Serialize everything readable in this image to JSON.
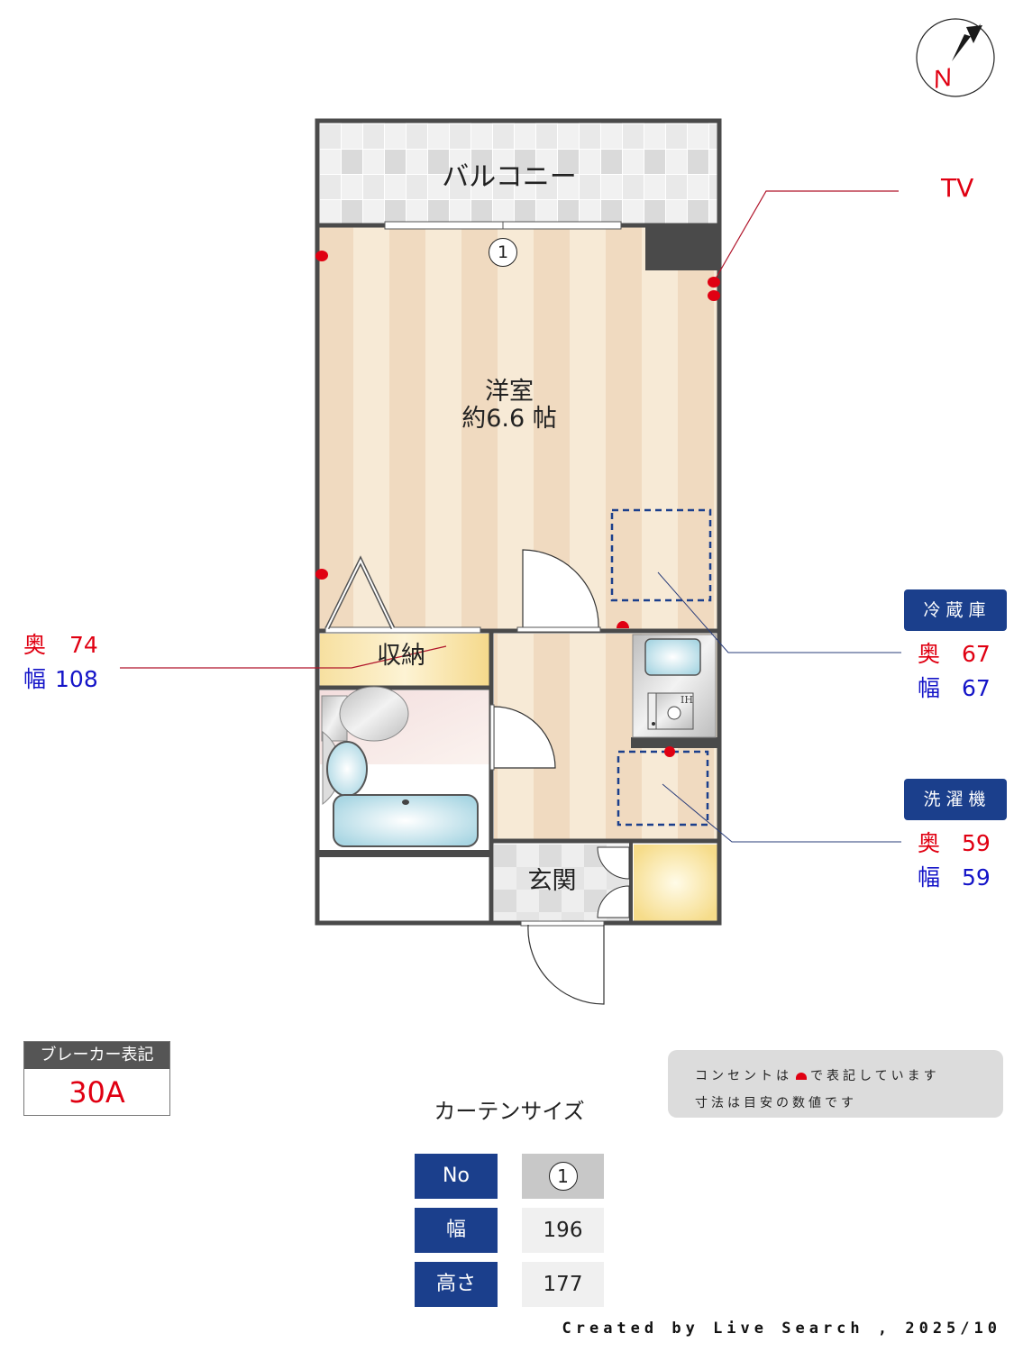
{
  "compass": {
    "label": "N",
    "icon": "north-arrow-icon"
  },
  "rooms": {
    "balcony": "バルコニー",
    "western_room": {
      "name": "洋室",
      "size": "約6.6 帖"
    },
    "storage": "収納",
    "entrance": "玄関",
    "window_marker": "1"
  },
  "tv": {
    "label": "TV"
  },
  "storage_dims": {
    "depth_label": "奥",
    "depth": "74",
    "width_label": "幅",
    "width": "108"
  },
  "fridge": {
    "title": "冷蔵庫",
    "depth_label": "奥",
    "depth": "67",
    "width_label": "幅",
    "width": "67"
  },
  "washer": {
    "title": "洗濯機",
    "depth_label": "奥",
    "depth": "59",
    "width_label": "幅",
    "width": "59"
  },
  "stove": {
    "label": "IH"
  },
  "breaker": {
    "title": "ブレーカー表記",
    "value": "30A"
  },
  "note": {
    "line1_prefix": "コンセントは",
    "line1_suffix": "で表記しています",
    "line2": "寸法は目安の数値です"
  },
  "curtain": {
    "title": "カーテンサイズ",
    "rows": [
      {
        "key": "No",
        "value": "1"
      },
      {
        "key": "幅",
        "value": "196"
      },
      {
        "key": "高さ",
        "value": "177"
      }
    ]
  },
  "footer": {
    "credit": "Created by Live Search , 2025/10"
  },
  "colors": {
    "wall": "#4a4a4a",
    "floor_light": "#f7ead6",
    "floor_dark": "#f0dac0",
    "accent_blue": "#1b3f8c",
    "outlet_red": "#e00012",
    "dim_blue": "#1414c8"
  }
}
